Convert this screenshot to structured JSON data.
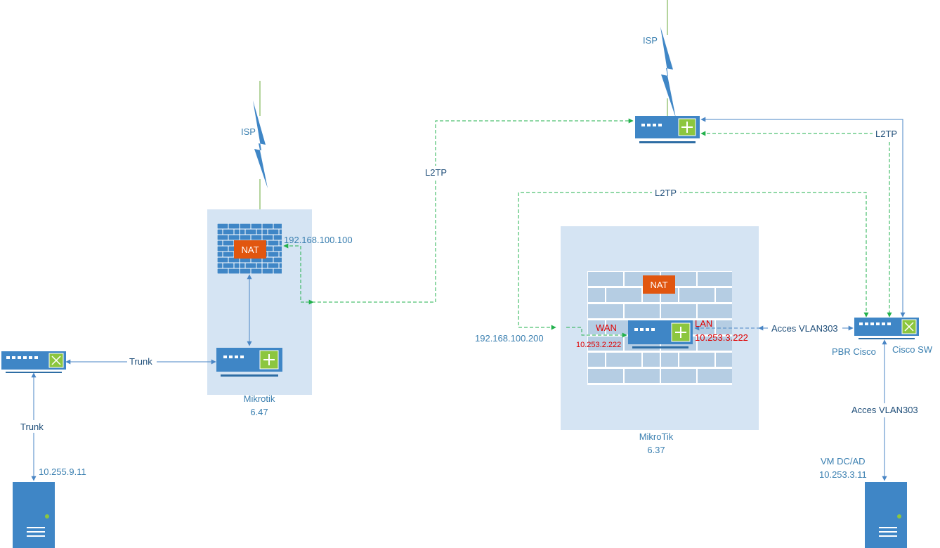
{
  "diagram": {
    "labels": {
      "isp_left": "ISP",
      "isp_right": "ISP",
      "nat_left": "NAT",
      "nat_right": "NAT",
      "ip_left_router": "192.168.100.100",
      "ip_right_wan_ext": "192.168.100.200",
      "l2tp_left": "L2TP",
      "l2tp_middle": "L2TP",
      "l2tp_right": "L2TP",
      "trunk_horizontal": "Trunk",
      "trunk_vertical": "Trunk",
      "ip_left_server": "10.255.9.11",
      "mikrotik_left_name": "Mikrotik",
      "mikrotik_left_version": "6.47",
      "mikrotik_right_name": "MikroTik",
      "mikrotik_right_version": "6.37",
      "wan": "WAN",
      "wan_ip": "10.253.2.222",
      "lan": "LAN",
      "lan_ip": "10.253.3.222",
      "acces_vlan_h": "Acces VLAN303",
      "acces_vlan_v": "Acces VLAN303",
      "pbr_cisco": "PBR Cisco",
      "cisco_sw": "Cisco SW",
      "vm_name": "VM  DC/AD",
      "vm_ip": "10.253.3.11"
    },
    "colors": {
      "device_blue": "#3f86c6",
      "device_dark": "#2e6da4",
      "container_fill": "#d5e4f3",
      "wall_brick": "#b5cde3",
      "nat_orange": "#e1560f",
      "l2tp_green": "#22b14c",
      "link_blue": "#4a86c5",
      "isp_line_green": "#6aaa3a",
      "label_blue": "#3a7fb0",
      "label_red": "#e00000"
    }
  }
}
